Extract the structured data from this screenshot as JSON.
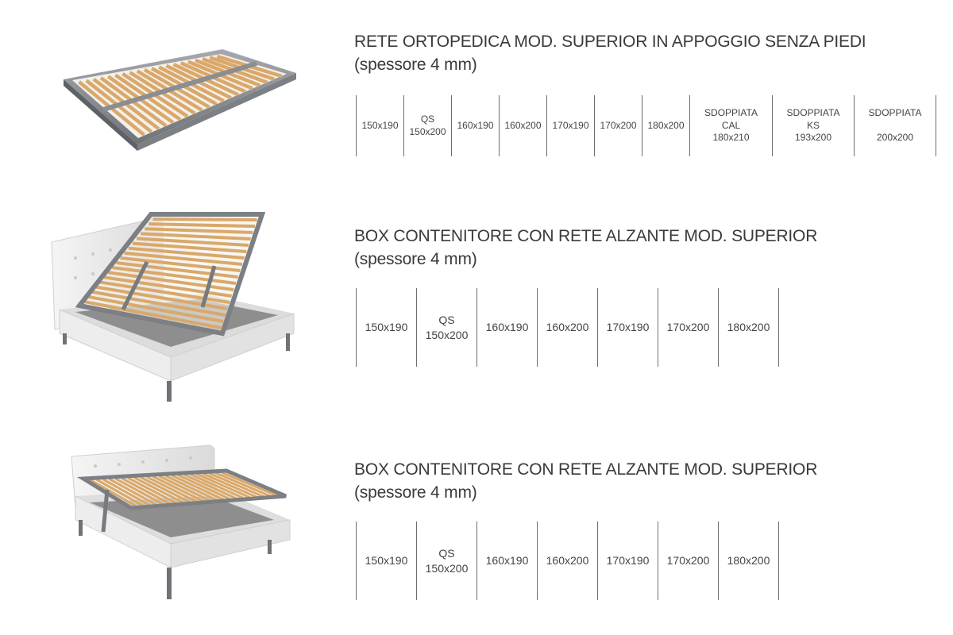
{
  "products": [
    {
      "title_line1": "RETE ORTOPEDICA MOD. SUPERIOR IN APPOGGIO SENZA PIEDI",
      "title_line2": "(spessore 4 mm)",
      "image": "slatted-bed-base-image",
      "sizes": [
        {
          "lines": [
            "150x190"
          ]
        },
        {
          "lines": [
            "QS",
            "150x200"
          ]
        },
        {
          "lines": [
            "160x190"
          ]
        },
        {
          "lines": [
            "160x200"
          ]
        },
        {
          "lines": [
            "170x190"
          ]
        },
        {
          "lines": [
            "170x200"
          ]
        },
        {
          "lines": [
            "180x200"
          ]
        },
        {
          "lines": [
            "SDOPPIATA",
            "CAL",
            "180x210"
          ]
        },
        {
          "lines": [
            "SDOPPIATA",
            "KS",
            "193x200"
          ]
        },
        {
          "lines": [
            "SDOPPIATA",
            "",
            "200x200"
          ]
        }
      ]
    },
    {
      "title_line1": "BOX CONTENITORE CON RETE ALZANTE MOD. SUPERIOR",
      "title_line2": "(spessore 4 mm)",
      "image": "storage-bed-lift-image",
      "sizes": [
        {
          "lines": [
            "150x190"
          ]
        },
        {
          "lines": [
            "QS",
            "150x200"
          ]
        },
        {
          "lines": [
            "160x190"
          ]
        },
        {
          "lines": [
            "160x200"
          ]
        },
        {
          "lines": [
            "170x190"
          ]
        },
        {
          "lines": [
            "170x200"
          ]
        },
        {
          "lines": [
            "180x200"
          ]
        }
      ]
    },
    {
      "title_line1": "BOX CONTENITORE CON RETE ALZANTE MOD. SUPERIOR",
      "title_line2": "(spessore 4 mm)",
      "image": "storage-bed-lift-image",
      "sizes": [
        {
          "lines": [
            "150x190"
          ]
        },
        {
          "lines": [
            "QS",
            "150x200"
          ]
        },
        {
          "lines": [
            "160x190"
          ]
        },
        {
          "lines": [
            "160x200"
          ]
        },
        {
          "lines": [
            "170x190"
          ]
        },
        {
          "lines": [
            "170x200"
          ]
        },
        {
          "lines": [
            "180x200"
          ]
        }
      ]
    }
  ],
  "colors": {
    "frame": "#8b8f94",
    "slat": "#d9a86a",
    "upholstery": "#ececec",
    "divider": "#6e6e6e"
  }
}
